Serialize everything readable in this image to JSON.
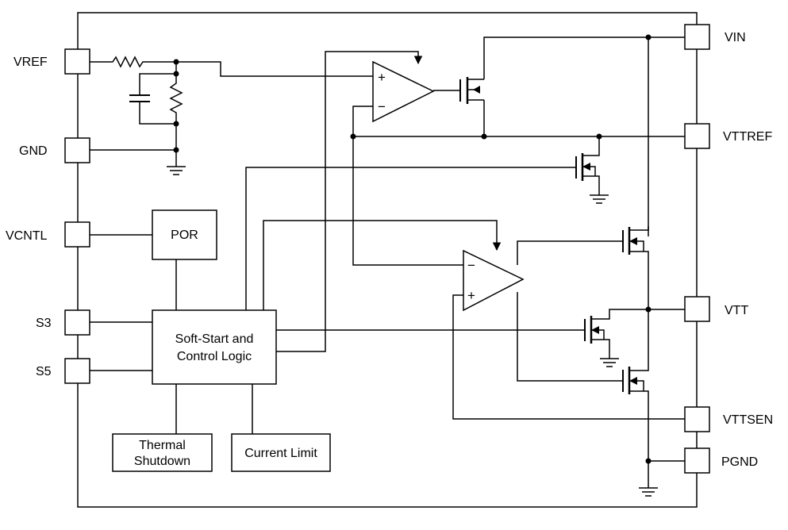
{
  "pins": {
    "vref": "VREF",
    "gnd": "GND",
    "vcntl": "VCNTL",
    "s3": "S3",
    "s5": "S5",
    "vin": "VIN",
    "vttref": "VTTREF",
    "vtt": "VTT",
    "vttsen": "VTTSEN",
    "pgnd": "PGND"
  },
  "blocks": {
    "por": "POR",
    "soft_start_line1": "Soft-Start and",
    "soft_start_line2": "Control Logic",
    "thermal_line1": "Thermal",
    "thermal_line2": "Shutdown",
    "current_limit": "Current Limit"
  },
  "opamp_signs": {
    "plus": "+",
    "minus": "−"
  }
}
